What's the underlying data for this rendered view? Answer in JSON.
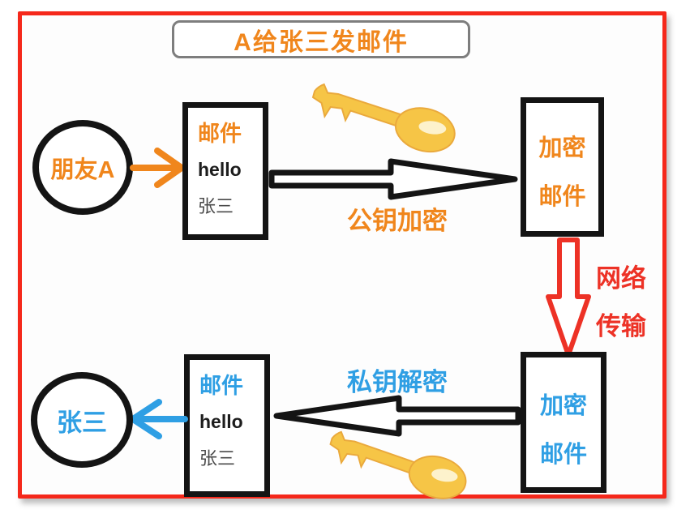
{
  "colors": {
    "orange": "#F0861C",
    "blue": "#2F9FE4",
    "red": "#ED3226",
    "frame_red": "#F5281B",
    "key_yellow": "#F6C546",
    "box_border": "#141414"
  },
  "title": "A给张三发邮件",
  "top_flow": {
    "sender": "朋友A",
    "mail_box": {
      "title": "邮件",
      "line1": "hello",
      "line2": "张三"
    },
    "arrow_label": "公钥加密",
    "key_icon": "public-key-icon",
    "encrypted_box": {
      "lines": [
        "加密",
        "邮件"
      ]
    }
  },
  "transfer": {
    "label_lines": [
      "网络",
      "传输"
    ]
  },
  "bottom_flow": {
    "encrypted_box": {
      "lines": [
        "加密",
        "邮件"
      ]
    },
    "arrow_label": "私钥解密",
    "key_icon": "private-key-icon",
    "mail_box": {
      "title": "邮件",
      "line1": "hello",
      "line2": "张三"
    },
    "receiver": "张三"
  }
}
